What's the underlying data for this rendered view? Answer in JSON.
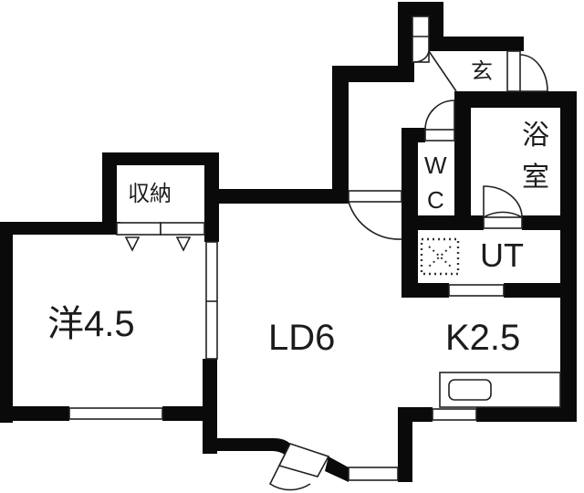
{
  "floorplan": {
    "rooms": {
      "western_room": {
        "label": "洋4.5",
        "type": "Western-style room",
        "size_jo": 4.5
      },
      "storage": {
        "label": "収納",
        "type": "Storage closet"
      },
      "living_dining": {
        "label": "LD6",
        "type": "Living / Dining",
        "size_jo": 6
      },
      "kitchen": {
        "label": "K2.5",
        "type": "Kitchen",
        "size_jo": 2.5
      },
      "entrance": {
        "label": "玄",
        "type": "Entrance (genkan)"
      },
      "bathroom_top": {
        "label": "浴",
        "type": "Bathroom"
      },
      "bathroom_bottom": {
        "label": "室"
      },
      "toilet_w": {
        "label": "W"
      },
      "toilet_c": {
        "label": "C"
      },
      "utility": {
        "label": "UT",
        "type": "Utility / washroom"
      }
    },
    "colors": {
      "wall": "#0a0a0a",
      "line": "#222222",
      "background": "#ffffff",
      "text": "#1c1c1c"
    }
  }
}
